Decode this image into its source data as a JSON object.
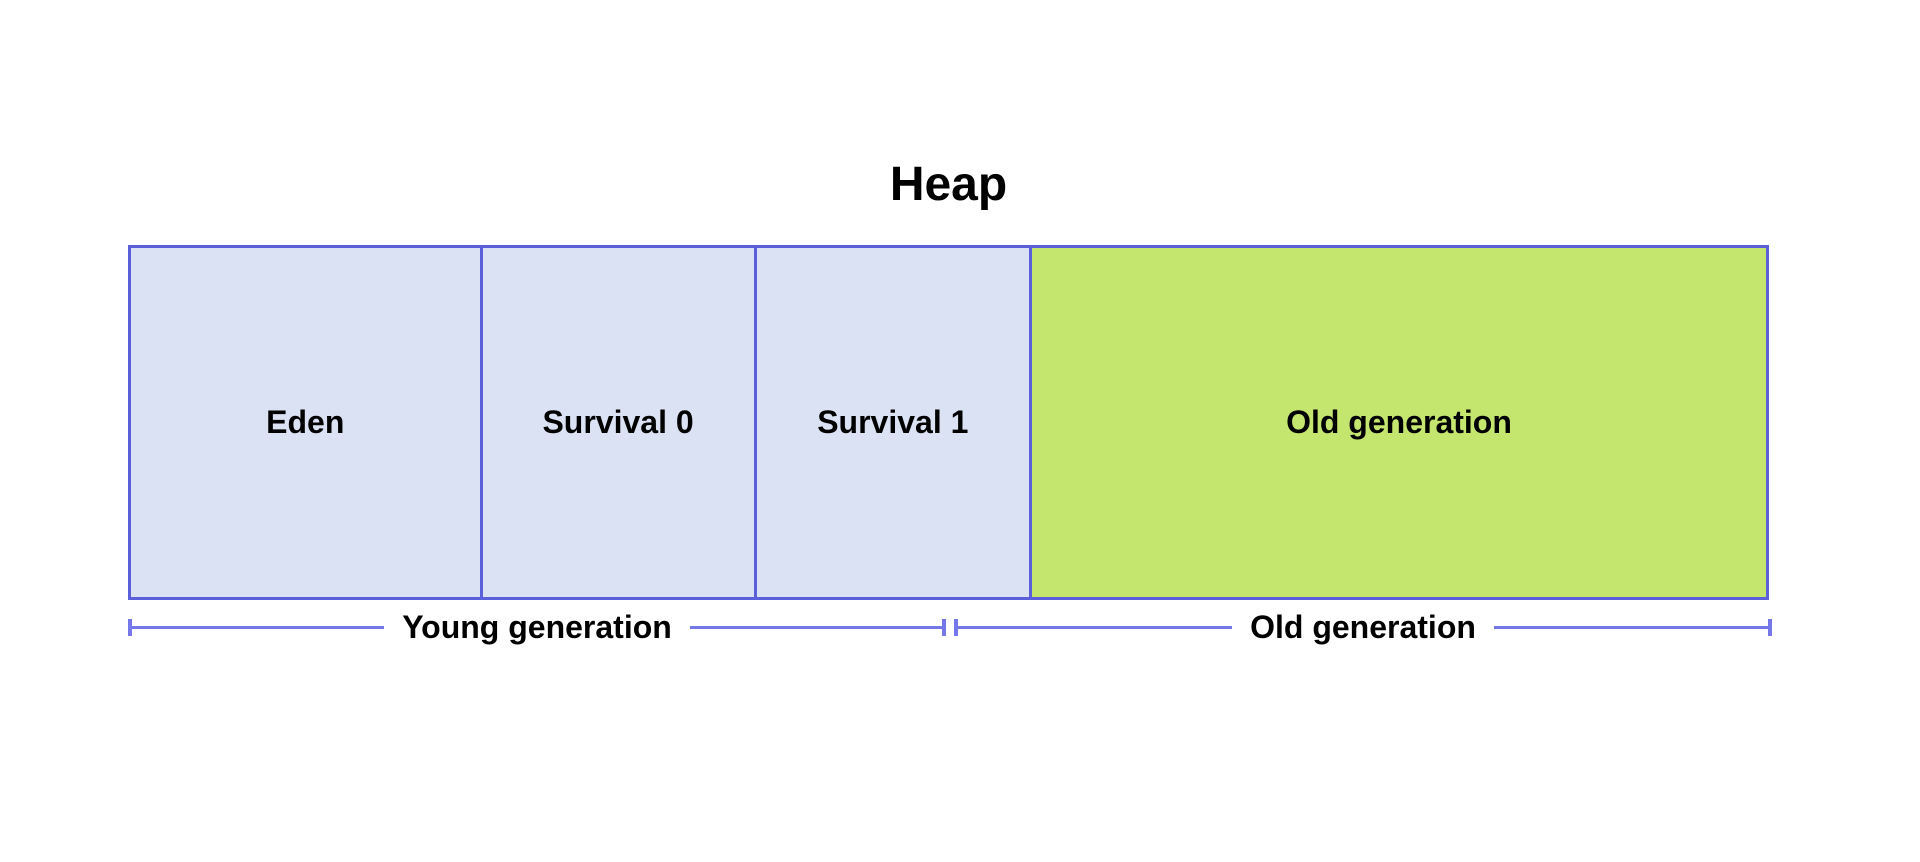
{
  "diagram": {
    "title": "Heap",
    "heap_box": {
      "border_color": "#5b5fd9",
      "sections": [
        {
          "label": "Eden",
          "fill": "#dbe2f4",
          "weight": 435
        },
        {
          "label": "Survival 0",
          "fill": "#dbe2f4",
          "weight": 193
        },
        {
          "label": "Survival 1",
          "fill": "#dbe2f4",
          "weight": 195
        },
        {
          "label": "Old generation",
          "fill": "#c4e56e",
          "weight": 818
        }
      ]
    },
    "brackets": [
      {
        "label": "Young generation"
      },
      {
        "label": "Old generation"
      }
    ],
    "bracket_color": "#7578e9",
    "colors": {
      "background": "#ffffff",
      "young_fill": "#dbe2f4",
      "old_fill": "#c4e56e",
      "line": "#5b5fd9",
      "text": "#000000"
    }
  }
}
